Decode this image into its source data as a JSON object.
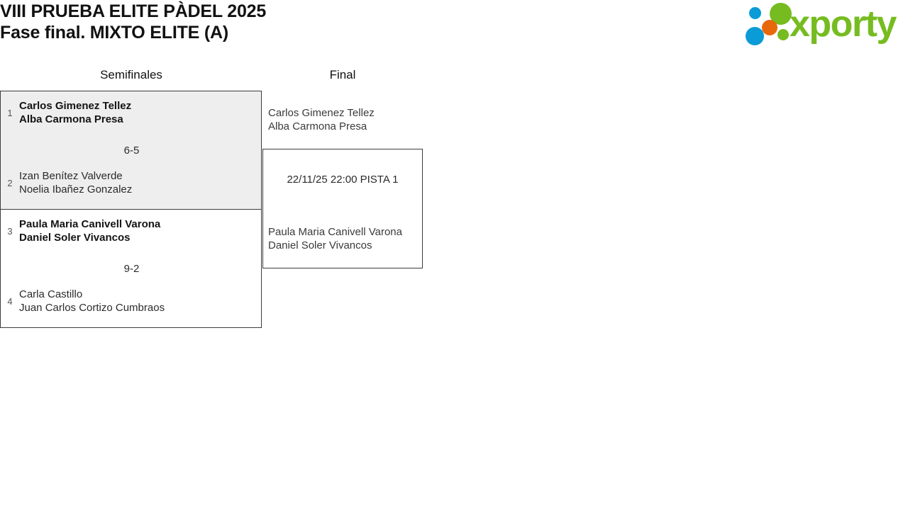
{
  "header": {
    "title_line1": "VIII PRUEBA ELITE PÀDEL 2025",
    "title_line2": "Fase final. MIXTO ELITE (A)",
    "logo_word": "xporty",
    "logo_colors": {
      "blue": "#0b9bd7",
      "orange": "#e8690b",
      "green": "#76bc21"
    }
  },
  "rounds": [
    {
      "name": "Semifinales"
    },
    {
      "name": "Final"
    }
  ],
  "semifinals": [
    {
      "score": "6-5",
      "teams": [
        {
          "seed": "1",
          "player1": "Carlos Gimenez Tellez",
          "player2": "Alba Carmona Presa",
          "winner": true
        },
        {
          "seed": "2",
          "player1": "Izan Benítez Valverde",
          "player2": "Noelia Ibañez Gonzalez",
          "winner": false
        }
      ]
    },
    {
      "score": "9-2",
      "teams": [
        {
          "seed": "3",
          "player1": "Paula Maria Canivell Varona",
          "player2": "Daniel Soler Vivancos",
          "winner": true
        },
        {
          "seed": "4",
          "player1": "Carla Castillo",
          "player2": "Juan Carlos Cortizo Cumbraos",
          "winner": false
        }
      ]
    }
  ],
  "final": {
    "match_info": "22/11/25 22:00 PISTA 1",
    "teams": [
      {
        "player1": "Carlos Gimenez Tellez",
        "player2": "Alba Carmona Presa"
      },
      {
        "player1": "Paula Maria Canivell Varona",
        "player2": "Daniel Soler Vivancos"
      }
    ]
  }
}
